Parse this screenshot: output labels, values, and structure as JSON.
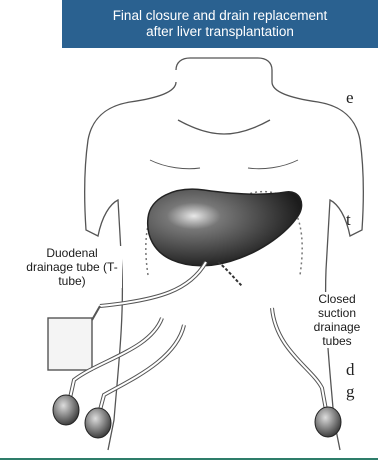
{
  "header": {
    "title_line1": "Final closure and drain replacement",
    "title_line2": "after liver transplantation"
  },
  "labels": {
    "duodenal": "Duodenal drainage tube (T-tube)",
    "closed_suction": "Closed suction drainage tubes"
  },
  "side_text": [
    "e",
    "t",
    "d",
    "g"
  ],
  "colors": {
    "header_bg": "#2a6190",
    "rule": "#2e7d6a"
  }
}
